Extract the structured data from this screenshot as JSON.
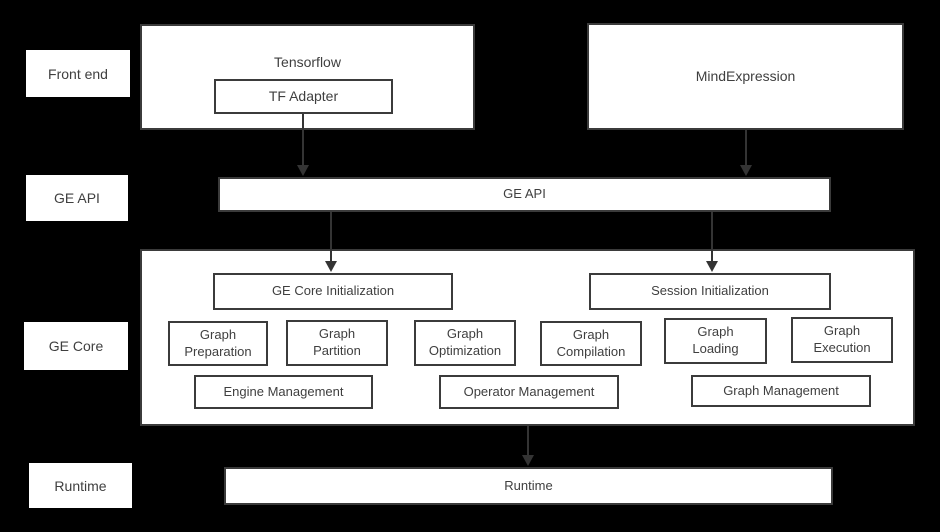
{
  "colors": {
    "background": "#000000",
    "box_fill": "#ffffff",
    "box_border": "#3b3b3b",
    "text": "#3f3f3f",
    "arrow": "#343434"
  },
  "layer_labels": {
    "front_end": "Front end",
    "ge_api": "GE API",
    "ge_core": "GE Core",
    "runtime": "Runtime"
  },
  "front_end": {
    "tensorflow": "Tensorflow",
    "tf_adapter": "TF Adapter",
    "mind_expression": "MindExpression"
  },
  "ge_api": {
    "label": "GE API"
  },
  "ge_core": {
    "ge_core_initialization": "GE Core Initialization",
    "session_initialization": "Session Initialization",
    "modules": [
      "Graph\nPreparation",
      "Graph\nPartition",
      "Graph\nOptimization",
      "Graph\nCompilation",
      "Graph\nLoading",
      "Graph\nExecution"
    ],
    "management": [
      "Engine Management",
      "Operator Management",
      "Graph Management"
    ]
  },
  "runtime": {
    "label": "Runtime"
  }
}
